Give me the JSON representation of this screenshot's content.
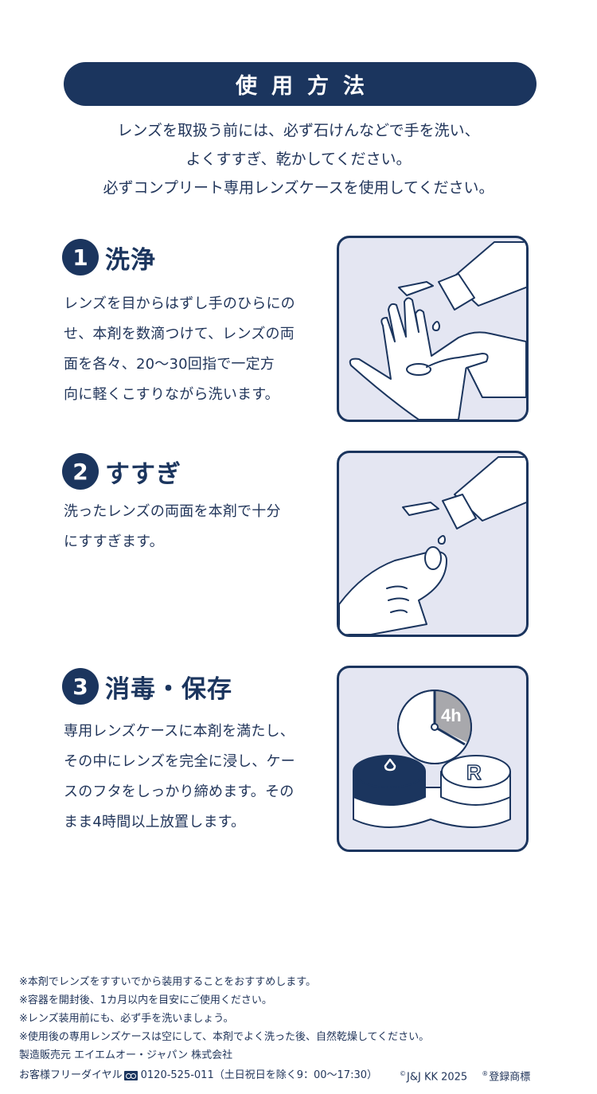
{
  "header": {
    "title": "使用方法"
  },
  "intro": {
    "lines": [
      "レンズを取扱う前には、必ず石けんなどで手を洗い、",
      "よくすすぎ、乾かしてください。",
      "必ずコンプリート専用レンズケースを使用してください。"
    ]
  },
  "steps": [
    {
      "number": "1",
      "title": "洗浄",
      "lines": [
        "レンズを目からはずし手のひらにの",
        "せ、本剤を数滴つけて、レンズの両",
        "面を各々、20〜30回指で一定方",
        "向に軽くこすりながら洗います。"
      ],
      "illustration": "hands-washing-lens-with-solution"
    },
    {
      "number": "2",
      "title": "すすぎ",
      "lines": [
        "洗ったレンズの両面を本剤で十分",
        "にすすぎます。"
      ],
      "illustration": "rinsing-lens-with-solution"
    },
    {
      "number": "3",
      "title": "消毒・保存",
      "lines": [
        "専用レンズケースに本剤を満たし、",
        "その中にレンズを完全に浸し、ケー",
        "スのフタをしっかり締めます。その",
        "まま4時間以上放置します。"
      ],
      "illustration": "lens-case-with-4h-clock",
      "clock_label": "4h",
      "case_right_label": "R"
    }
  ],
  "notes": [
    "※本剤でレンズをすすいでから装用することをおすすめします。",
    "※容器を開封後、1カ月以内を目安にご使用ください。",
    "※レンズ装用前にも、必ず手を洗いましょう。",
    "※使用後の専用レンズケースは空にして、本剤でよく洗った後、自然乾燥してください。"
  ],
  "footer": {
    "manufacturer": "製造販売元 エイエムオー・ジャパン 株式会社",
    "hotline_label": "お客様フリーダイヤル",
    "hotline_icon": "free-dial-icon",
    "phone": "0120-525-011（土日祝日を除く9：00〜17:30）",
    "copyright_mark": "©",
    "copyright": "J&J KK 2025",
    "trademark_mark": "®",
    "trademark": "登録商標"
  },
  "colors": {
    "navy": "#1b355e",
    "panel_bg": "#e4e6f2",
    "text": "#22365b",
    "clock_shade": "#a8a8ac"
  }
}
